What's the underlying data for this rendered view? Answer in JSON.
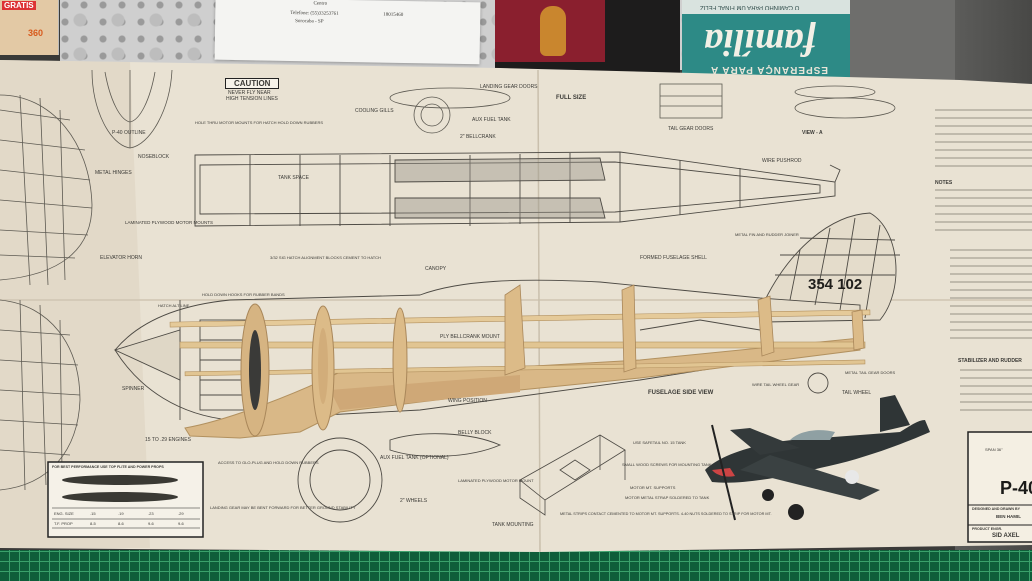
{
  "book": {
    "subtitle": "ESPERANÇA PARA A",
    "title": "família",
    "tagline": "O CAMINHO PARA UM FINAL FELIZ"
  },
  "receipt": {
    "line1": "Centro",
    "line2": "Telefone: (55)33253761",
    "line3": "Sorocaba - SP",
    "code": "18015460"
  },
  "flyer": {
    "text": "GRATIS",
    "amount": "360"
  },
  "plan": {
    "caution_title": "CAUTION",
    "caution_line1": "NEVER FLY NEAR",
    "caution_line2": "HIGH TENSION LINES",
    "full_size": "FULL SIZE",
    "tail_number": "354 102",
    "fuselage_side_view": "FUSELAGE SIDE VIEW",
    "view_a": "VIEW - A",
    "model_name": "P-40",
    "designed_by": "DESIGNED AND DRAWN BY",
    "designer": "BEN HAMIL",
    "product_engr": "PRODUCT ENGR.",
    "engineer": "SID AXEL",
    "span": "SPAN 36\"",
    "props_title": "FOR BEST PERFORMANCE USE TOP FLITE AND POWER PROPS",
    "stabilizer": "STABILIZER AND RUDDER",
    "labels": [
      "P-40 OUTLINE",
      "NOSEBLOCK",
      "METAL HINGES",
      "HOLE THRU MOTOR MOUNTS FOR HATCH HOLD DOWN RUBBERS",
      "COOLING GILLS",
      "AUX FUEL TANK",
      "LANDING GEAR DOORS",
      "TAIL GEAR DOORS",
      "2\" BELLCRANK",
      "TANK SPACE",
      "WIRE PUSHROD",
      "LAMINATED PLYWOOD MOTOR MOUNTS",
      "ELEVATOR HORN",
      "3/32 SIG HATCH ALIGNMENT BLOCKS CEMENT TO HATCH",
      "CANOPY",
      "FORMED FUSELAGE SHELL",
      "METAL FIN AND RUDDER JOINER",
      "HOLD DOWN HOOKS FOR RUBBER BANDS",
      "HATCH ALT LINE",
      "PLY BELLCRANK MOUNT",
      "SPINNER",
      "BELLY BLOCK",
      "WING POSITION",
      "15 TO .29 ENGINES",
      "ACCESS TO GLO-PLUG AND HOLD DOWN RUBBERS",
      "AUX FUEL TANK (OPTIONAL)",
      "LANDING GEAR MAY BE BENT FORWARD FOR BETTER GROUND STABILITY",
      "2\" WHEELS",
      "LAMINATED PLYWOOD MOTOR MOUNT",
      "USE SAFETAIL NO. 15 TANK",
      "SMALL WOOD SCREWS FOR MOUNTING TANK",
      "MOTOR MT. SUPPORTS",
      "MOTOR METAL STRAP SOLDERED TO TANK",
      "METAL STRIPS CONTACT CEMENTED TO MOTOR MT. SUPPORTS. 4-40 NUTS SOLDERED TO STRIP FOR MOTOR MT.",
      "TANK MOUNTING",
      "WIRE TAIL WHEEL GEAR",
      "METAL TAIL GEAR DOORS",
      "TAIL WHEEL",
      "NOTES"
    ],
    "prop_table": [
      "ENG. SIZE",
      ".15",
      ".19",
      ".23",
      ".29",
      "T.F. PROP",
      "8-5",
      "8-6",
      "9-6",
      "9-6"
    ]
  }
}
